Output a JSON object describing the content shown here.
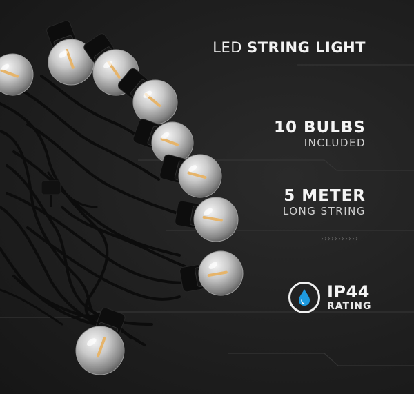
{
  "headline": {
    "light": "LED",
    "bold": "STRING LIGHT"
  },
  "features": [
    {
      "big": "10 BULBS",
      "small": "INCLUDED"
    },
    {
      "big": "5 METER",
      "small": "LONG STRING"
    }
  ],
  "divider": "›››››››››››",
  "rating": {
    "code": "IP44",
    "label": "RATING",
    "icon": "water-drop-icon"
  },
  "colors": {
    "background": "#1c1c1c",
    "text": "#f4f4f4",
    "drop_blue": "#1e9be0",
    "filament": "#e6b46a"
  }
}
